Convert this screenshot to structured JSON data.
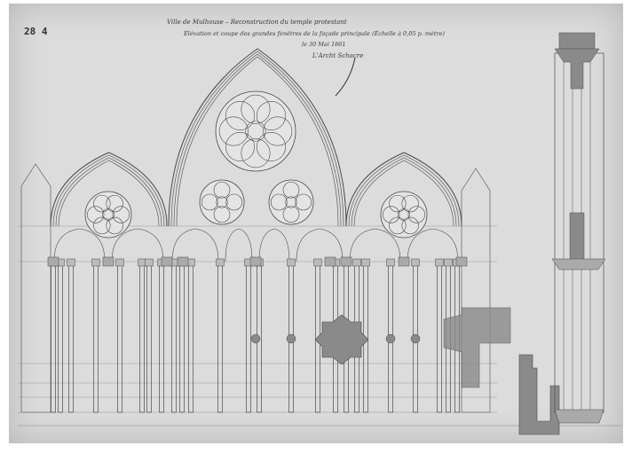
{
  "sheet": {
    "stamp": "28 4",
    "title_line": "Ville de Mulhouse – Reconstruction du temple protestant",
    "subtitle_line": "Élévation et coupe des grandes fenêtres de la façade principale (Échelle à 0,05 p. mètre)",
    "date_line": "le 30 Mai 1861",
    "signature": "L'Archt Schacre"
  },
  "colors": {
    "paper": "#dcdcdc",
    "ink": "#4a4a4a",
    "wash": "#8a8a8a"
  }
}
